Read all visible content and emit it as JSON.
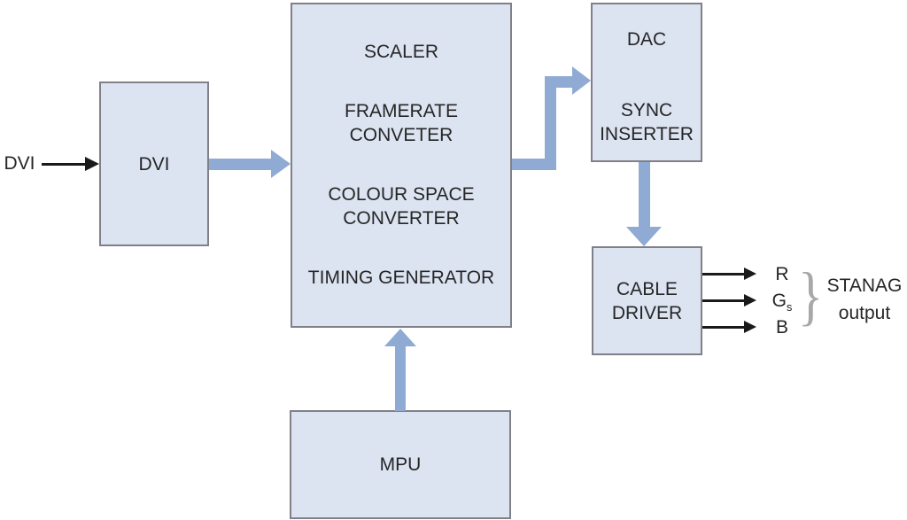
{
  "colors": {
    "box-fill": "#dce4f2",
    "box-border": "#808089",
    "arrow-blue": "#8fabd4",
    "arrow-black": "#1a1a1a",
    "brace-gray": "#a8a8a8",
    "text": "#262626"
  },
  "input": {
    "label": "DVI"
  },
  "blocks": {
    "dvi": {
      "label": "DVI"
    },
    "processor": {
      "line1": "SCALER",
      "line2": "FRAMERATE\nCONVETER",
      "line3": "COLOUR SPACE\nCONVERTER",
      "line4": "TIMING GENERATOR"
    },
    "dac": {
      "line1": "DAC",
      "line2": "SYNC\nINSERTER"
    },
    "cable_driver": {
      "label": "CABLE\nDRIVER"
    },
    "mpu": {
      "label": "MPU"
    }
  },
  "outputs": {
    "channels": [
      {
        "label": "R",
        "sub": ""
      },
      {
        "label": "G",
        "sub": "s"
      },
      {
        "label": "B",
        "sub": ""
      }
    ],
    "brace": "}",
    "group_label": "STANAG\noutput"
  }
}
